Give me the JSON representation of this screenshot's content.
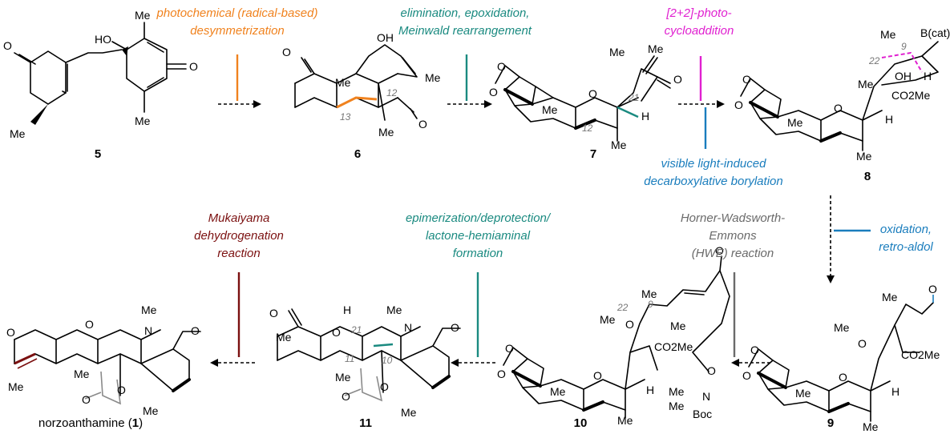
{
  "colors": {
    "orange": "#f0821e",
    "teal": "#1a8a80",
    "magenta": "#e020d0",
    "blue": "#1a7dbd",
    "darkred": "#7b1010",
    "gray": "#6a6a6a"
  },
  "steps": {
    "s1": [
      "photochemical (radical-based)",
      "desymmetrization"
    ],
    "s2": [
      "elimination, epoxidation,",
      "Meinwald rearrangement"
    ],
    "s3": [
      "[2+2]-photo-",
      "cycloaddition"
    ],
    "s4": [
      "visible light-induced",
      "decarboxylative borylation"
    ],
    "s5": [
      "oxidation,",
      "retro-aldol"
    ],
    "s6": [
      "Horner-Wadsworth-",
      "Emmons",
      "(HWE) reaction"
    ],
    "s7": [
      "epimerization/deprotection/",
      "lactone-hemiaminal",
      "formation"
    ],
    "s8": [
      "Mukaiyama",
      "dehydrogenation",
      "reaction"
    ]
  },
  "compounds": {
    "c5": "5",
    "c6": "6",
    "c7": "7",
    "c8": "8",
    "c9": "9",
    "c10": "10",
    "c11": "11",
    "c1_name": "norzoanthamine (",
    "c1_num": "1",
    "c1_close": ")"
  },
  "atoms": {
    "me": "Me",
    "ho": "HO",
    "oh": "OH",
    "o": "O",
    "h": "H",
    "n": "N",
    "bcat": "B(cat)",
    "co2me": "CO2Me",
    "boc": "Boc"
  },
  "positions": {
    "p13": "13",
    "p12": "12",
    "p21": "21",
    "p22": "22",
    "p9": "9",
    "p11": "11",
    "p10": "10"
  }
}
